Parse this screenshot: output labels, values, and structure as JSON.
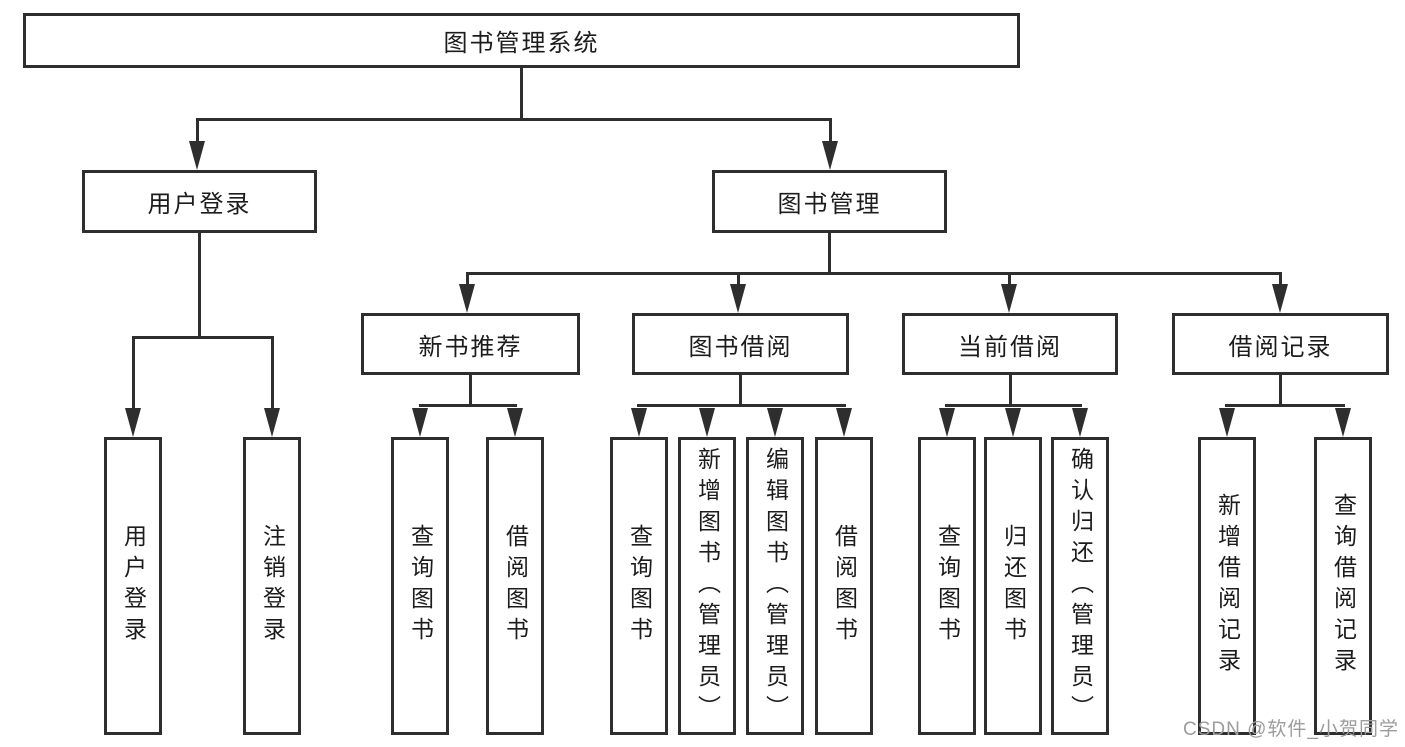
{
  "diagram": {
    "root": {
      "label": "图书管理系统"
    },
    "level2": [
      {
        "label": "用户登录"
      },
      {
        "label": "图书管理"
      }
    ],
    "level3": [
      {
        "label": "新书推荐"
      },
      {
        "label": "图书借阅"
      },
      {
        "label": "当前借阅"
      },
      {
        "label": "借阅记录"
      }
    ],
    "leaves": [
      {
        "label": "用户登录"
      },
      {
        "label": "注销登录"
      },
      {
        "label": "查询图书"
      },
      {
        "label": "借阅图书"
      },
      {
        "label": "查询图书"
      },
      {
        "label": "新增图书（管理员）"
      },
      {
        "label": "编辑图书（管理员）"
      },
      {
        "label": "借阅图书"
      },
      {
        "label": "查询图书"
      },
      {
        "label": "归还图书"
      },
      {
        "label": "确认归还（管理员）"
      },
      {
        "label": "新增借阅记录"
      },
      {
        "label": "查询借阅记录"
      }
    ]
  },
  "watermark": {
    "text": "CSDN @软件_小贺同学",
    "color": "#9c9c9c"
  },
  "colors": {
    "line": "#2e2e2e",
    "box_border": "#2e2e2e",
    "box_background": "#ffffff",
    "text": "#1c1c1c",
    "page_background": "#ffffff"
  }
}
